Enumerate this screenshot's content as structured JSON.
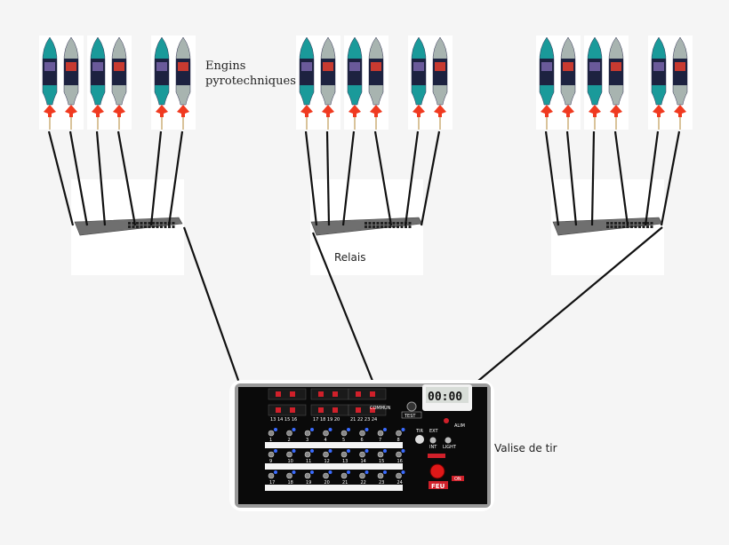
{
  "labels": {
    "engins": "Engins",
    "pyrotechniques": "pyrotechniques",
    "relais": "Relais",
    "valise": "Valise de tir"
  },
  "panel": {
    "channels": [
      "1",
      "2",
      "3",
      "4",
      "5",
      "6",
      "7",
      "8",
      "9",
      "10",
      "11",
      "12",
      "13",
      "14",
      "15",
      "16",
      "17",
      "18",
      "19",
      "20",
      "21",
      "22",
      "23",
      "24"
    ],
    "relay_row_numbers": [
      "13 14 15 16",
      "17 18 19 20",
      "21 22 23 24"
    ],
    "commun": "COMMUN",
    "test": "TEST",
    "alim": "ALIM",
    "tir": "TIR",
    "ext": "EXT",
    "int": "INT",
    "light": "LIGHT",
    "feu": "FEU",
    "on": "ON",
    "timer": "00:00"
  },
  "colors": {
    "background": "#f5f5f5",
    "wire": "#111111",
    "panel": "#0a0a0a",
    "led": "#3a6bff",
    "red": "#d0202a",
    "rocket_teal": "#1a9a9a",
    "rocket_silver": "#a8b4b0"
  }
}
